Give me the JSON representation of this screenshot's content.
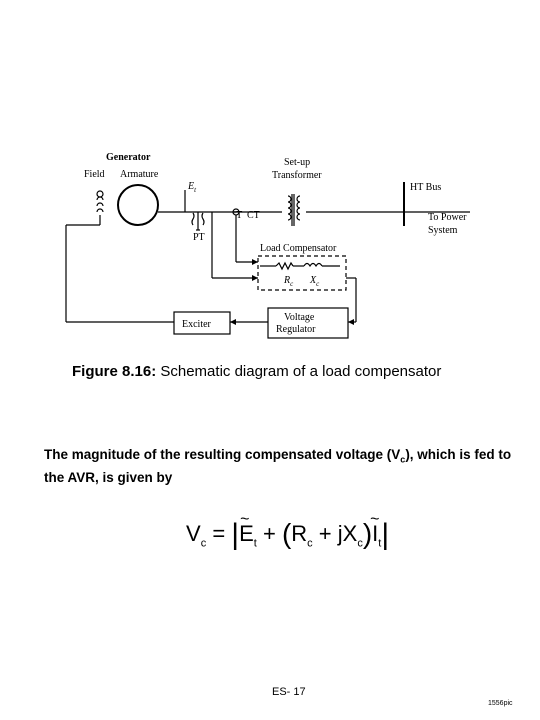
{
  "diagram": {
    "generator": "Generator",
    "field": "Field",
    "armature": "Armature",
    "et": "E",
    "et_sub": "t",
    "setup_transformer_1": "Set-up",
    "setup_transformer_2": "Transformer",
    "ht_bus": "HT Bus",
    "to_power_1": "To Power",
    "to_power_2": "System",
    "pt": "PT",
    "ct_tt": "\"T",
    "ct": "CT",
    "load_compensator": "Load Compensator",
    "rc": "R",
    "rc_sub": "c",
    "xc": "X",
    "xc_sub": "c",
    "exciter": "Exciter",
    "voltage_1": "Voltage",
    "voltage_2": "Regulator"
  },
  "caption": {
    "label": "Figure 8.16:",
    "text": " Schematic diagram of a load compensator"
  },
  "paragraph": {
    "part1": "The magnitude of the resulting compensated voltage (V",
    "sub": "c",
    "part2": "), which is fed to the AVR, is given by"
  },
  "formula": {
    "lhs": "V",
    "lhs_sub": "c",
    "eq": "=",
    "e": "E",
    "e_sub": "t",
    "plus": "+",
    "r": "R",
    "r_sub": "c",
    "j": "+ jX",
    "x_sub": "c",
    "i": "I",
    "i_sub": "t"
  },
  "footer": {
    "page": "ES- 17",
    "stamp": "1556pic"
  }
}
